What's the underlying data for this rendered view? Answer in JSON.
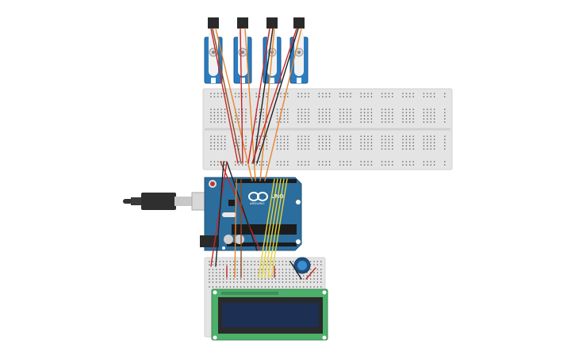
{
  "canvas": {
    "background": "#ffffff"
  },
  "components": {
    "servos": [
      {
        "name": "servo-1"
      },
      {
        "name": "servo-2"
      },
      {
        "name": "servo-3"
      },
      {
        "name": "servo-4"
      }
    ],
    "arduino": {
      "logo_text": "ARDUINO",
      "model_text": "UNO"
    },
    "lcd": {
      "type": "16x2 character LCD"
    }
  },
  "colors": {
    "breadboard": "#e4e4e4",
    "arduino_board": "#2b6d9c",
    "servo_body": "#2b7cc0",
    "lcd_pcb": "#4caf6a",
    "lcd_screen": "#1d2f52",
    "wire_red": "#c62828",
    "wire_black": "#222222",
    "wire_orange": "#e8862a",
    "wire_yellow": "#e6d43c",
    "wire_brown": "#8d4b22"
  }
}
